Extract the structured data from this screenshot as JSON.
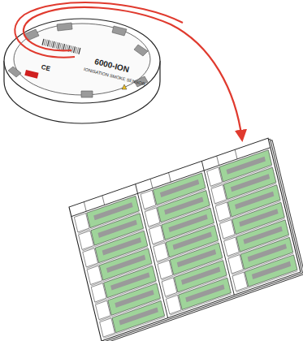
{
  "diagram": {
    "labels": [
      "6000-ION",
      "IONISATION SMOKE SENSOR",
      "CE"
    ]
  }
}
